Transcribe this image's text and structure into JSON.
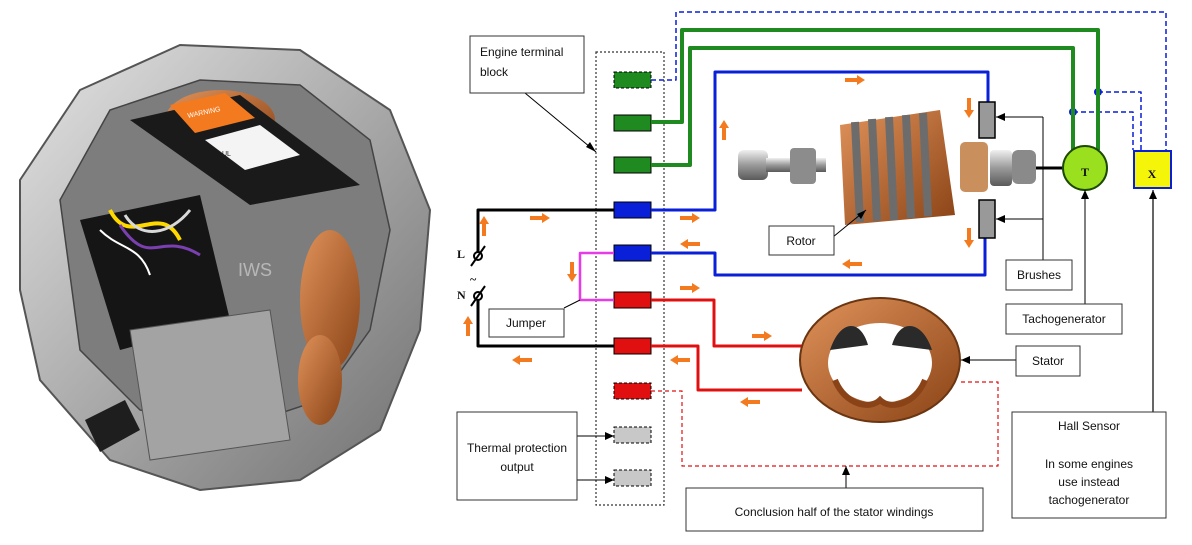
{
  "labels": {
    "terminal_block": [
      "Engine terminal",
      "block"
    ],
    "rotor": "Rotor",
    "brushes": "Brushes",
    "tachogenerator": "Tachogenerator",
    "stator": "Stator",
    "jumper": "Jumper",
    "thermal_output": [
      "Thermal protection",
      "output"
    ],
    "stator_conclusion": "Conclusion half of the stator windings",
    "hall_sensor": [
      "Hall Sensor",
      "",
      "In some engines",
      "use instead",
      "tachogenerator"
    ]
  },
  "symbols": {
    "tacho": "T",
    "hall": "X",
    "live": "L",
    "neutral": "N",
    "ac": "~"
  },
  "motor_label": {
    "warning": "WARNING",
    "ul": "UL",
    "watermark": "IWS"
  },
  "colors": {
    "green": "#1f8a1f",
    "blue": "#0a1fd8",
    "red": "#e01010",
    "magenta": "#e63be6",
    "black": "#000000",
    "gray": "#c8c8c8",
    "arrow": "#f47a1f",
    "tacho_fill": "#9be01f",
    "hall_fill": "#f5f50a"
  }
}
